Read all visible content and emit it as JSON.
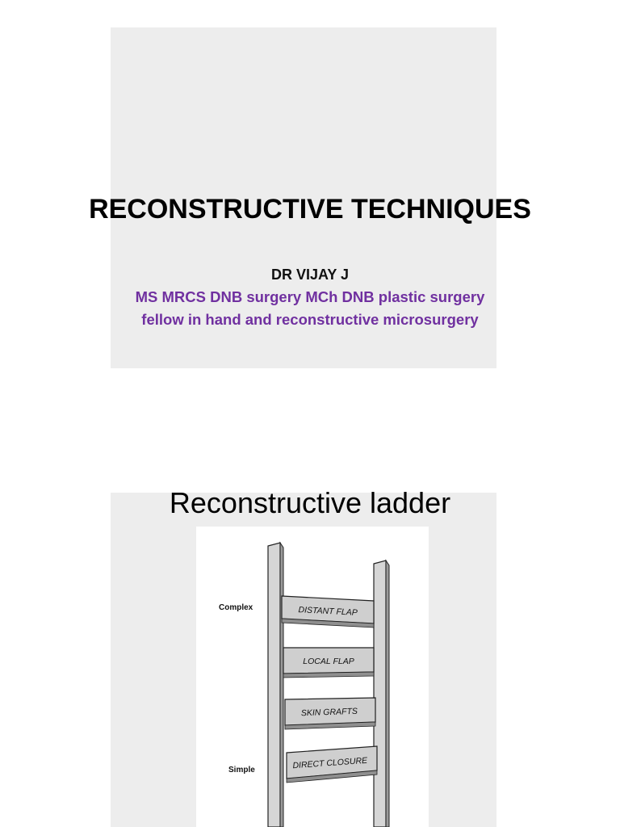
{
  "slide1": {
    "title": "RECONSTRUCTIVE TECHNIQUES",
    "author": "DR VIJAY J",
    "credentials_line1": "MS MRCS DNB surgery MCh DNB plastic surgery",
    "credentials_line2": "fellow in hand and reconstructive microsurgery"
  },
  "slide2": {
    "title": "Reconstructive ladder",
    "ladder": {
      "top_label": "Complex",
      "bottom_label": "Simple",
      "rungs": [
        "DISTANT FLAP",
        "LOCAL FLAP",
        "SKIN GRAFTS",
        "DIRECT CLOSURE"
      ]
    }
  },
  "colors": {
    "slide_background": "#ededed",
    "credentials_text": "#7030a0",
    "ladder_fill": "#cfcfcf"
  }
}
